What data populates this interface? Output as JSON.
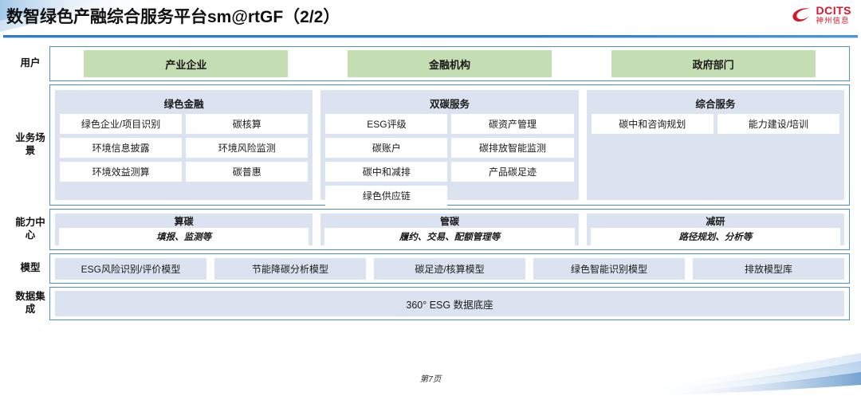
{
  "header": {
    "title": "数智绿色产融综合服务平台sm@rtGF（2/2）",
    "logo": {
      "name": "DCITS",
      "subtitle": "神州信息",
      "color": "#d8152a"
    }
  },
  "colors": {
    "accent_blue": "#2e7dc4",
    "panel_border": "#4f8fd0",
    "group_fill": "#dce3f0",
    "user_fill": "#c5ddb3",
    "chip_fill": "#ffffff"
  },
  "rows": {
    "users": {
      "label": "用户",
      "items": [
        {
          "label": "产业企业"
        },
        {
          "label": "金融机构"
        },
        {
          "label": "政府部门"
        }
      ]
    },
    "scenarios": {
      "label": "业务场景",
      "groups": [
        {
          "title": "绿色金融",
          "items": [
            "绿色企业/项目识别",
            "碳核算",
            "环境信息披露",
            "环境风险监测",
            "环境效益测算",
            "碳普惠"
          ]
        },
        {
          "title": "双碳服务",
          "items": [
            "ESG评级",
            "碳资产管理",
            "碳账户",
            "碳排放智能监测",
            "碳中和减排",
            "产品碳足迹",
            "绿色供应链"
          ]
        },
        {
          "title": "综合服务",
          "items": [
            "碳中和咨询规划",
            "能力建设/培训"
          ]
        }
      ]
    },
    "capability": {
      "label": "能力中心",
      "groups": [
        {
          "title": "算碳",
          "subtitle": "填报、监测等"
        },
        {
          "title": "管碳",
          "subtitle": "履约、交易、配额管理等"
        },
        {
          "title": "减研",
          "subtitle": "路径规划、分析等"
        }
      ]
    },
    "models": {
      "label": "模型",
      "items": [
        "ESG风险识别/评价模型",
        "节能降碳分析模型",
        "碳足迹/核算模型",
        "绿色智能识别模型",
        "排放模型库"
      ]
    },
    "data_integration": {
      "label": "数据集成",
      "items": [
        "360° ESG 数据底座"
      ]
    }
  },
  "footer": {
    "page_label": "第7页"
  }
}
